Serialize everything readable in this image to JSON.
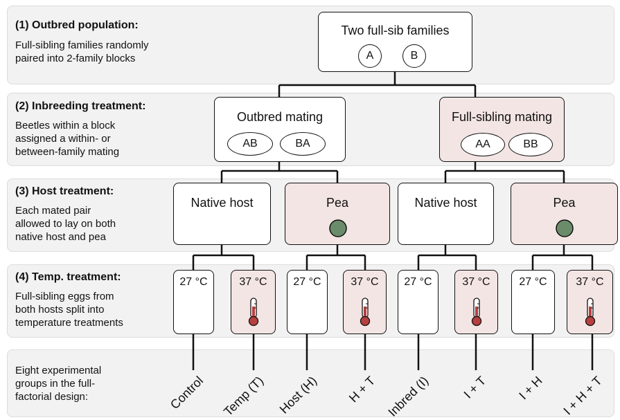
{
  "step1": {
    "title": "(1)  Outbred population:",
    "desc": "Full-sibling families randomly\npaired into 2-family blocks",
    "box_label": "Two full-sib families",
    "families": [
      "A",
      "B"
    ]
  },
  "step2": {
    "title": "(2)  Inbreeding treatment:",
    "desc": "Beetles within a block\nassigned a within- or\nbetween-family mating",
    "outbred": {
      "label": "Outbred mating",
      "pairs": [
        "AB",
        "BA"
      ]
    },
    "fullsib": {
      "label": "Full-sibling mating",
      "pairs": [
        "AA",
        "BB"
      ]
    }
  },
  "step3": {
    "title": "(3)  Host treatment:",
    "desc": "Each mated pair\nallowed to lay on both\nnative host and pea",
    "native_label": "Native host",
    "pea_label": "Pea"
  },
  "step4": {
    "title": "(4)  Temp. treatment:",
    "desc": "Full-sibling eggs from\nboth hosts split into\ntemperature treatments",
    "low_temp": "27 °C",
    "high_temp": "37 °C"
  },
  "groups": {
    "desc": "Eight experimental\ngroups in the full-\nfactorial design:",
    "labels": [
      "Control",
      "Temp (T)",
      "Host (H)",
      "H + T",
      "Inbred (I)",
      "I + T",
      "I + H",
      "I + H + T"
    ]
  },
  "colors": {
    "pink": "#f3e5e4",
    "pea_green": "#6b8c6b",
    "thermo_red": "#b5403f",
    "band_gray": "#f2f2f2"
  }
}
